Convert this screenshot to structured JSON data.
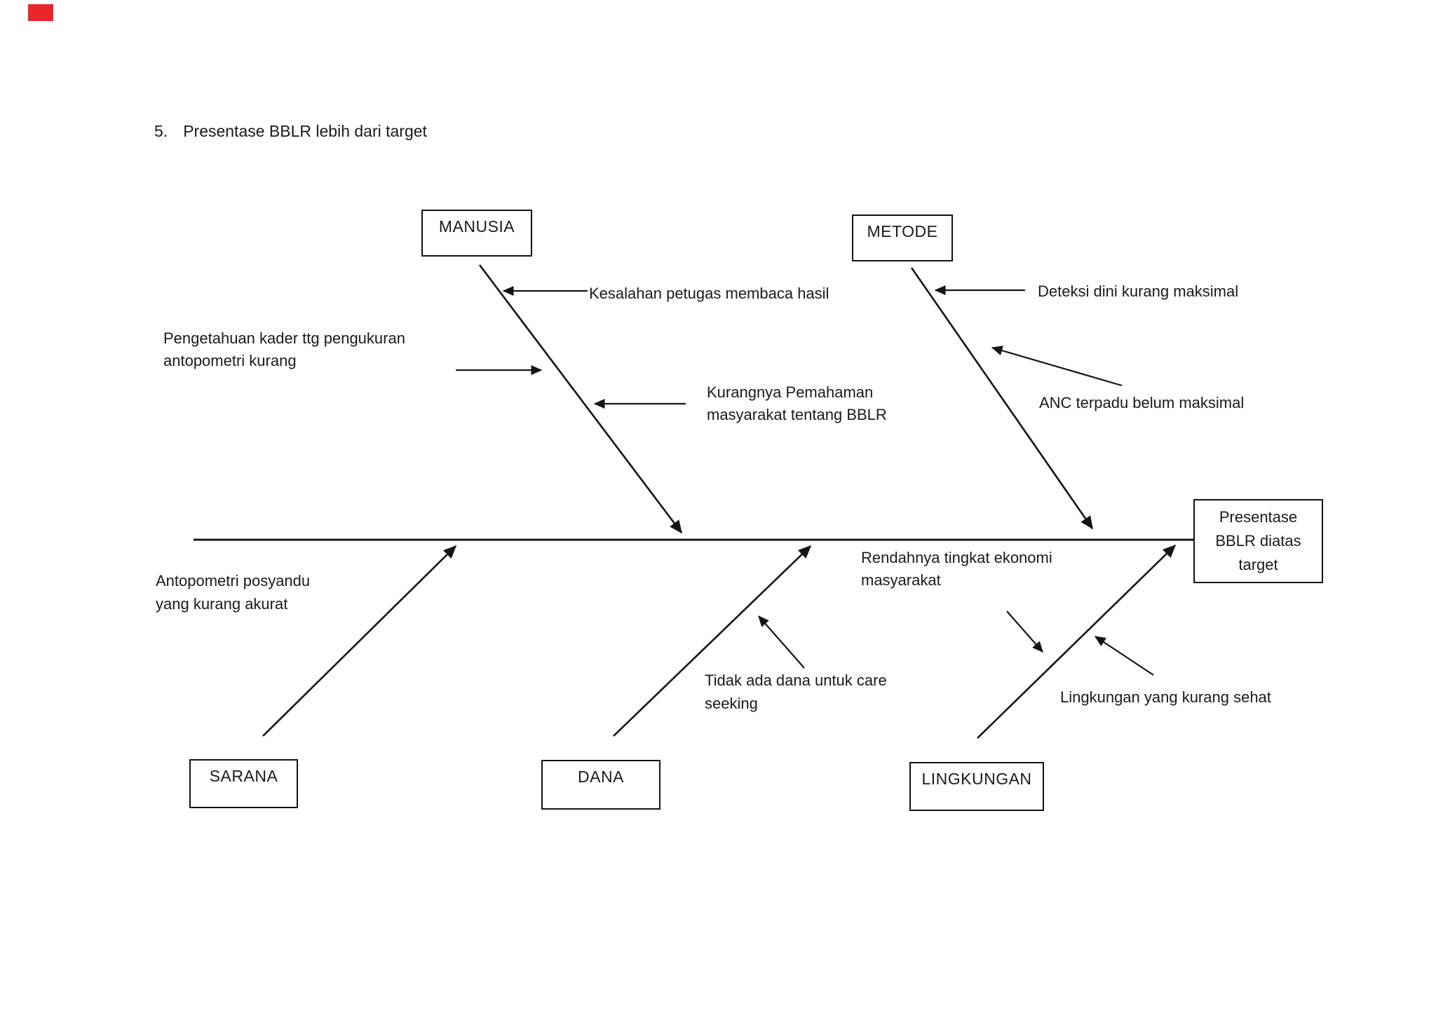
{
  "title": {
    "number": "5.",
    "text": "Presentase BBLR lebih dari target"
  },
  "diagram": {
    "effect": {
      "label": "Presentase BBLR diatas target"
    },
    "categories": {
      "manusia": {
        "label": "MANUSIA"
      },
      "metode": {
        "label": "METODE"
      },
      "sarana": {
        "label": "SARANA"
      },
      "dana": {
        "label": "DANA"
      },
      "lingkungan": {
        "label": "LINGKUNGAN"
      }
    },
    "causes": {
      "kesalahan": {
        "label": "Kesalahan petugas membaca hasil"
      },
      "deteksi": {
        "label": "Deteksi dini kurang maksimal"
      },
      "pengetahuan": {
        "label": "Pengetahuan kader ttg pengukuran antopometri kurang"
      },
      "kurangnya": {
        "label": "Kurangnya Pemahaman masyarakat tentang BBLR"
      },
      "anc": {
        "label": "ANC terpadu belum maksimal"
      },
      "antopometri": {
        "label": "Antopometri posyandu yang kurang akurat"
      },
      "rendahnya": {
        "label": "Rendahnya tingkat ekonomi masyarakat"
      },
      "tidak_ada_dana": {
        "label": "Tidak ada dana untuk care seeking"
      },
      "lingkungan_sehat": {
        "label": "Lingkungan yang kurang sehat"
      }
    }
  },
  "colors": {
    "ink": "#1a1a1a",
    "accent_red": "#e8262a",
    "background": "#ffffff"
  }
}
